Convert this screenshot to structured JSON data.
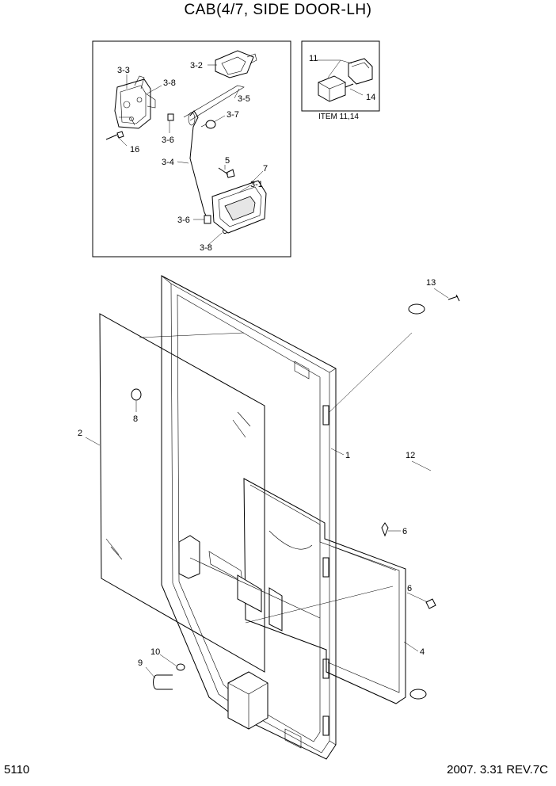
{
  "title": "CAB(4/7, SIDE DOOR-LH)",
  "page_number": "5110",
  "revision": "2007. 3.31  REV.7C",
  "inset_item_caption": "ITEM 11,14",
  "callouts": {
    "c3_3": "3-3",
    "c3_8a": "3-8",
    "c3_2": "3-2",
    "c3_5": "3-5",
    "c3_7": "3-7",
    "c3_6a": "3-6",
    "c16": "16",
    "c3_4": "3-4",
    "c5": "5",
    "c7": "7",
    "c3_1": "3-1",
    "c3_6b": "3-6",
    "c3_8b": "3-8",
    "c11": "11",
    "c14": "14",
    "c13": "13",
    "c2": "2",
    "c8": "8",
    "c1": "1",
    "c12": "12",
    "c6a": "6",
    "c6b": "6",
    "c4": "4",
    "c10": "10",
    "c9": "9"
  }
}
